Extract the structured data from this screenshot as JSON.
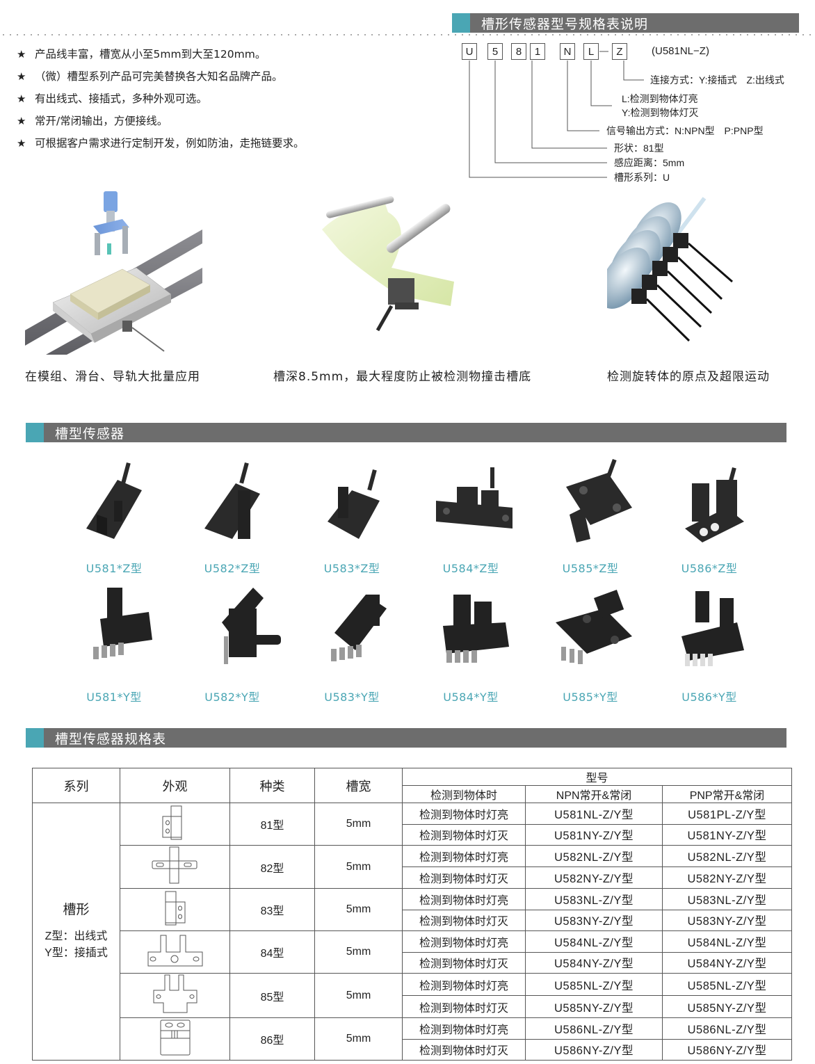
{
  "model_legend": {
    "title": "槽形传感器型号规格表说明",
    "code_boxes": [
      "U",
      "5",
      "8",
      "1",
      "N",
      "L",
      "Z"
    ],
    "example": "(U581NL−Z)",
    "descriptions": {
      "connection": "连接方式：Y:接插式　Z:出线式",
      "light_l": "L:检测到物体灯亮",
      "light_y": "Y:检测到物体灯灭",
      "output": "信号输出方式：N:NPN型　P:PNP型",
      "shape": "形状：81型",
      "distance": "感应距离：5mm",
      "series": "槽形系列：U"
    }
  },
  "features": [
    "产品线丰富，槽宽从小至5mm到大至120mm。",
    "（微）槽型系列产品可完美替换各大知名品牌产品。",
    "有出线式、接插式，多种外观可选。",
    "常开/常闭输出，方便接线。",
    "可根据客户需求进行定制开发，例如防油，走拖链要求。"
  ],
  "feature_bullet": "★",
  "applications": [
    {
      "caption": "在模组、滑台、导轨大批量应用",
      "image": "slide-rail-module-illustration"
    },
    {
      "caption": "槽深8.5mm，最大程度防止被检测物撞击槽底",
      "image": "roller-film-sensor-illustration"
    },
    {
      "caption": "检测旋转体的原点及超限运动",
      "image": "rotating-disc-sensors-illustration"
    }
  ],
  "products_section": {
    "title": "槽型传感器",
    "z_types": [
      "U581*Z型",
      "U582*Z型",
      "U583*Z型",
      "U584*Z型",
      "U585*Z型",
      "U586*Z型"
    ],
    "y_types": [
      "U581*Y型",
      "U582*Y型",
      "U583*Y型",
      "U584*Y型",
      "U585*Y型",
      "U586*Y型"
    ]
  },
  "spec_section": {
    "title": "槽型传感器规格表",
    "headers": {
      "series": "系列",
      "appearance": "外观",
      "kind": "种类",
      "slot_width": "槽宽",
      "model": "型号",
      "when_detected": "检测到物体时",
      "npn": "NPN常开&常闭",
      "pnp": "PNP常开&常闭"
    },
    "series": {
      "name": "槽形",
      "z_note": "Z型：出线式",
      "y_note": "Y型：接插式"
    },
    "rows": [
      {
        "kind": "81型",
        "width": "5mm",
        "on": "检测到物体时灯亮",
        "off": "检测到物体时灯灭",
        "npn_on": "U581NL-Z/Y型",
        "npn_off": "U581NY-Z/Y型",
        "pnp_on": "U581PL-Z/Y型",
        "pnp_off": "U581NY-Z/Y型"
      },
      {
        "kind": "82型",
        "width": "5mm",
        "on": "检测到物体时灯亮",
        "off": "检测到物体时灯灭",
        "npn_on": "U582NL-Z/Y型",
        "npn_off": "U582NY-Z/Y型",
        "pnp_on": "U582NL-Z/Y型",
        "pnp_off": "U582NY-Z/Y型"
      },
      {
        "kind": "83型",
        "width": "5mm",
        "on": "检测到物体时灯亮",
        "off": "检测到物体时灯灭",
        "npn_on": "U583NL-Z/Y型",
        "npn_off": "U583NY-Z/Y型",
        "pnp_on": "U583NL-Z/Y型",
        "pnp_off": "U583NY-Z/Y型"
      },
      {
        "kind": "84型",
        "width": "5mm",
        "on": "检测到物体时灯亮",
        "off": "检测到物体时灯灭",
        "npn_on": "U584NL-Z/Y型",
        "npn_off": "U584NY-Z/Y型",
        "pnp_on": "U584NL-Z/Y型",
        "pnp_off": "U584NY-Z/Y型"
      },
      {
        "kind": "85型",
        "width": "5mm",
        "on": "检测到物体时灯亮",
        "off": "检测到物体时灯灭",
        "npn_on": "U585NL-Z/Y型",
        "npn_off": "U585NY-Z/Y型",
        "pnp_on": "U585NL-Z/Y型",
        "pnp_off": "U585NY-Z/Y型"
      },
      {
        "kind": "86型",
        "width": "5mm",
        "on": "检测到物体时灯亮",
        "off": "检测到物体时灯灭",
        "npn_on": "U586NL-Z/Y型",
        "npn_off": "U586NY-Z/Y型",
        "pnp_on": "U586NL-Z/Y型",
        "pnp_off": "U586NY-Z/Y型"
      }
    ]
  },
  "colors": {
    "section_bar": "#6d6d6d",
    "accent": "#4aa6b4",
    "product_label": "#4aa6b4"
  }
}
